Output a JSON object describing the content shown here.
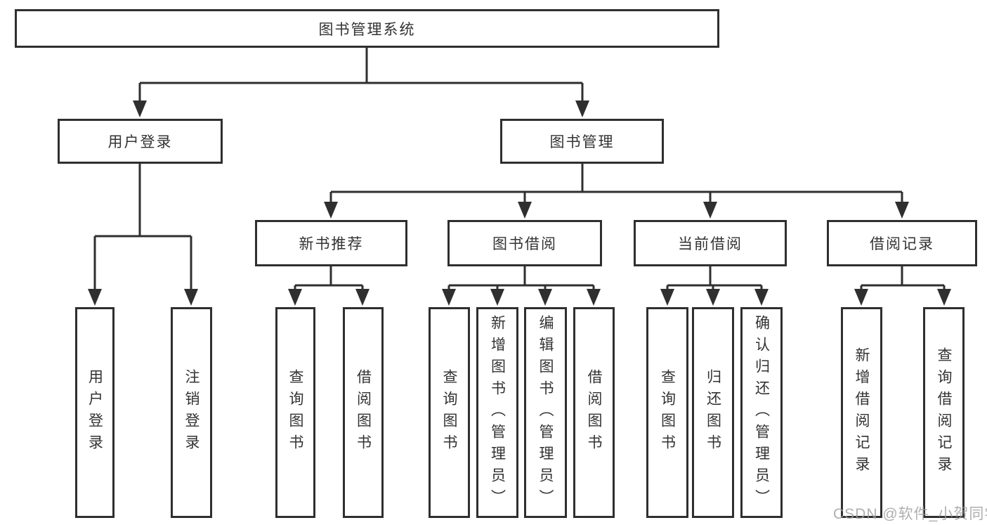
{
  "diagram": {
    "type": "hierarchy-tree",
    "tree": {
      "root": {
        "label": "图书管理系统",
        "children": [
          {
            "label": "用户登录",
            "children": [
              {
                "label": "用户登录"
              },
              {
                "label": "注销登录"
              }
            ]
          },
          {
            "label": "图书管理",
            "children": [
              {
                "label": "新书推荐",
                "children": [
                  {
                    "label": "查询图书"
                  },
                  {
                    "label": "借阅图书"
                  }
                ]
              },
              {
                "label": "图书借阅",
                "children": [
                  {
                    "label": "查询图书"
                  },
                  {
                    "label": "新增图书（管理员）"
                  },
                  {
                    "label": "编辑图书（管理员）"
                  },
                  {
                    "label": "借阅图书"
                  }
                ]
              },
              {
                "label": "当前借阅",
                "children": [
                  {
                    "label": "查询图书"
                  },
                  {
                    "label": "归还图书"
                  },
                  {
                    "label": "确认归还（管理员）"
                  }
                ]
              },
              {
                "label": "借阅记录",
                "children": [
                  {
                    "label": "新增借阅记录"
                  },
                  {
                    "label": "查询借阅记录"
                  }
                ]
              }
            ]
          }
        ]
      }
    },
    "colors": {
      "line": "#2f2f2f",
      "text": "#333333",
      "background": "#ffffff",
      "watermark": "#9e9e9e"
    }
  },
  "watermark": {
    "text": "CSDN @软件_小贺同学"
  }
}
